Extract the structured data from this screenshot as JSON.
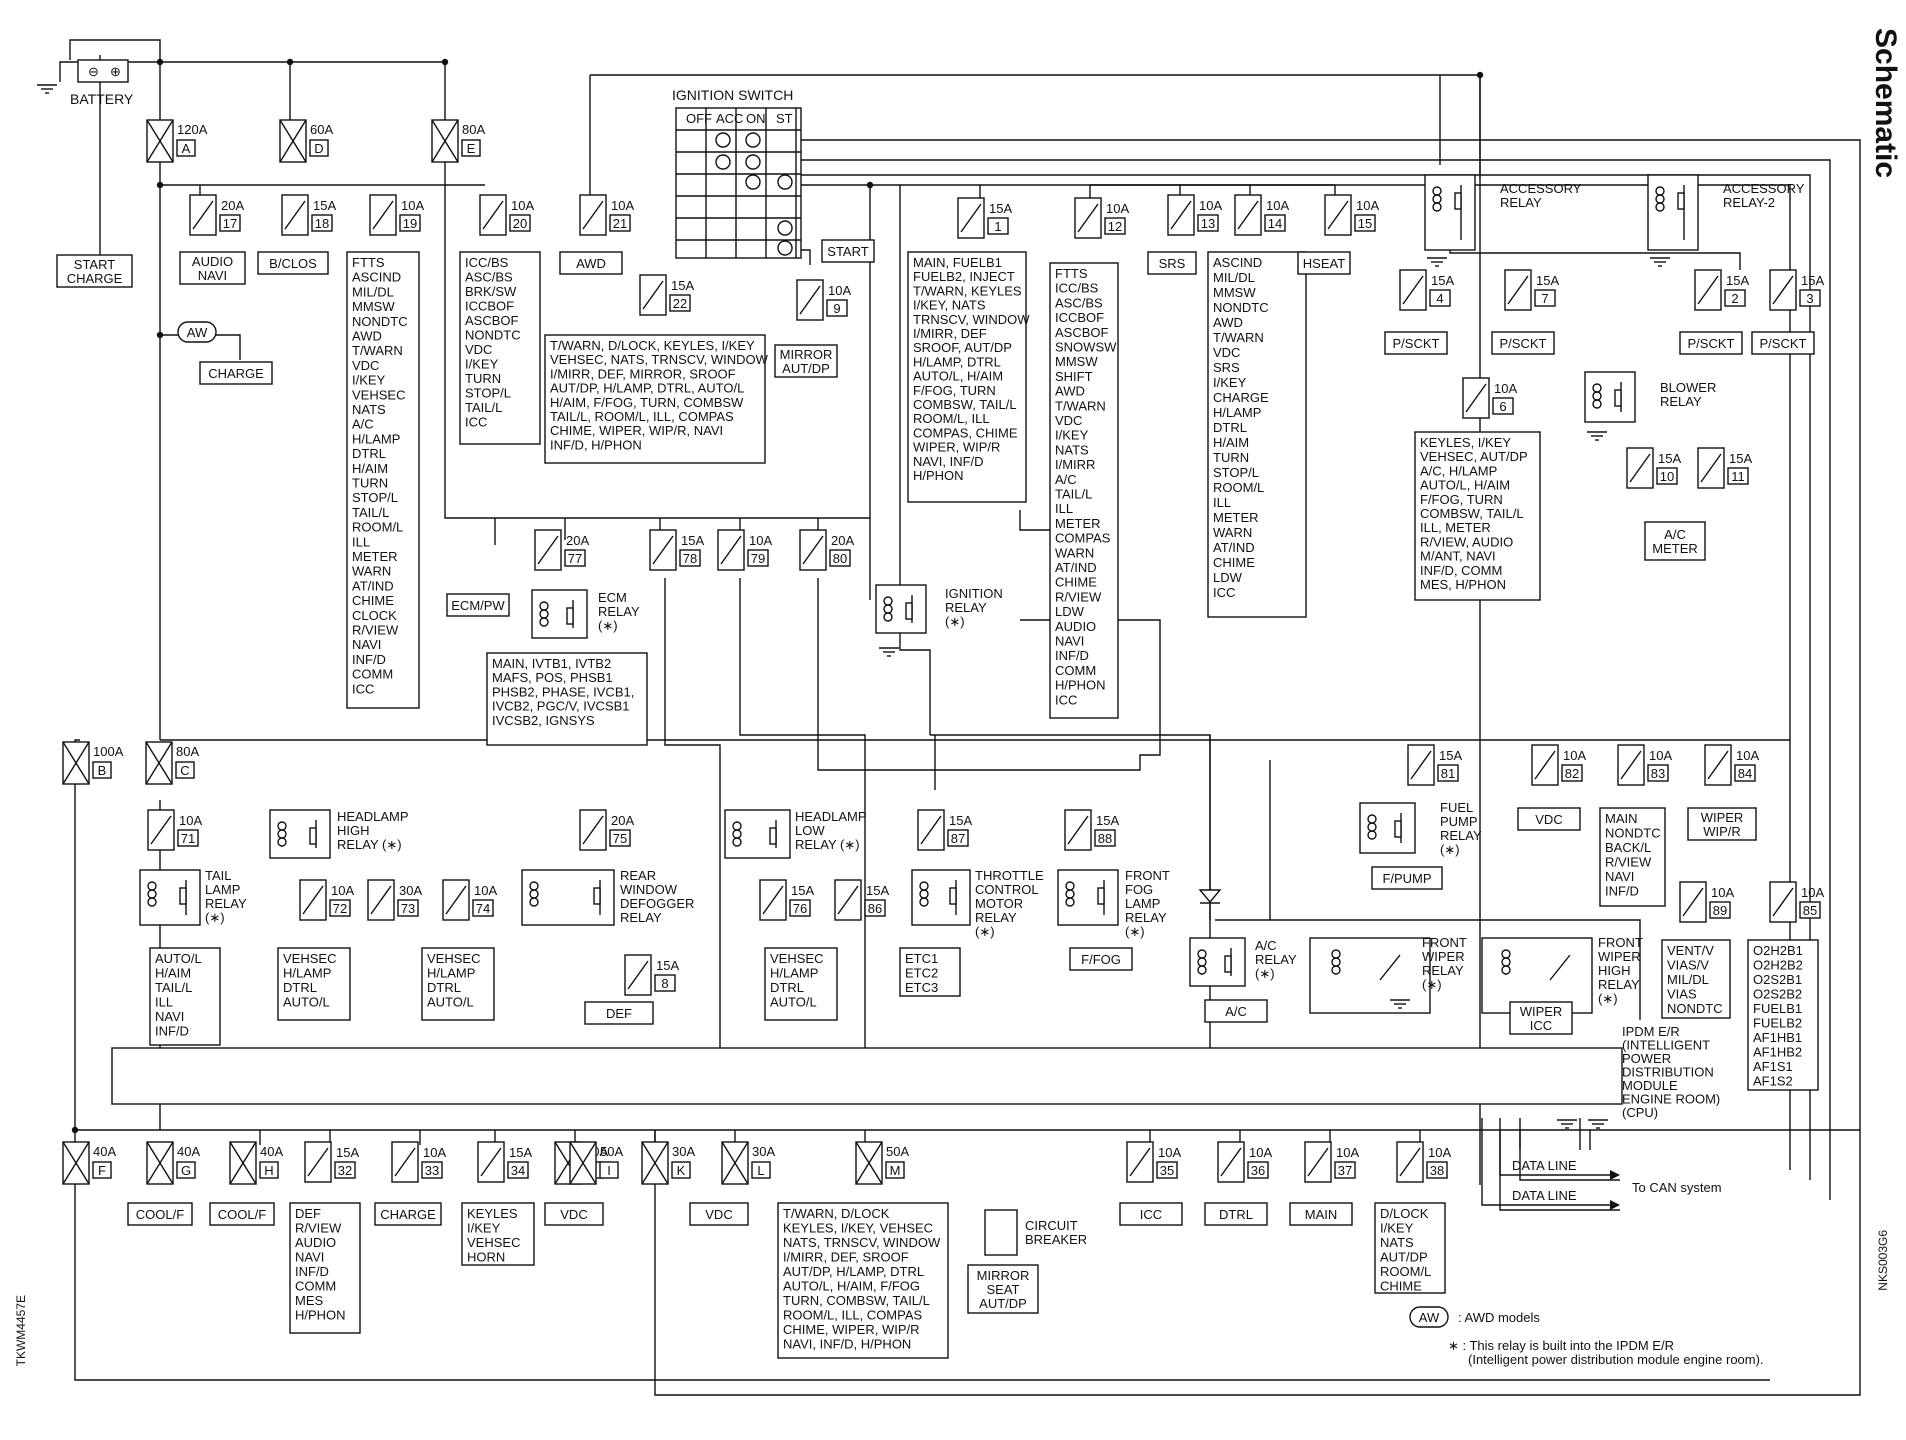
{
  "title": "Schematic",
  "doc_code": "TKWM4457E",
  "doc_code2": "NKS003G6",
  "battery_label": "BATTERY",
  "ignition_switch": {
    "label": "IGNITION SWITCH",
    "positions": [
      "OFF",
      "ACC",
      "ON",
      "ST"
    ],
    "start_label": "START"
  },
  "fusible_links": [
    {
      "rating": "120A",
      "id": "A"
    },
    {
      "rating": "60A",
      "id": "D"
    },
    {
      "rating": "80A",
      "id": "E"
    },
    {
      "rating": "100A",
      "id": "B"
    },
    {
      "rating": "80A",
      "id": "C"
    },
    {
      "rating": "40A",
      "id": "F"
    },
    {
      "rating": "40A",
      "id": "G"
    },
    {
      "rating": "40A",
      "id": "H"
    },
    {
      "rating": "50A",
      "id": "I"
    },
    {
      "rating": "30A",
      "id": "K"
    },
    {
      "rating": "30A",
      "id": "L"
    },
    {
      "rating": "50A",
      "id": "M"
    }
  ],
  "fuses": [
    {
      "rating": "20A",
      "num": "17"
    },
    {
      "rating": "15A",
      "num": "18"
    },
    {
      "rating": "10A",
      "num": "19"
    },
    {
      "rating": "10A",
      "num": "20"
    },
    {
      "rating": "10A",
      "num": "21"
    },
    {
      "rating": "15A",
      "num": "22"
    },
    {
      "rating": "10A",
      "num": "9"
    },
    {
      "rating": "15A",
      "num": "1"
    },
    {
      "rating": "10A",
      "num": "12"
    },
    {
      "rating": "10A",
      "num": "13"
    },
    {
      "rating": "10A",
      "num": "14"
    },
    {
      "rating": "10A",
      "num": "15"
    },
    {
      "rating": "15A",
      "num": "4"
    },
    {
      "rating": "15A",
      "num": "7"
    },
    {
      "rating": "10A",
      "num": "6"
    },
    {
      "rating": "15A",
      "num": "2"
    },
    {
      "rating": "15A",
      "num": "3"
    },
    {
      "rating": "15A",
      "num": "10"
    },
    {
      "rating": "15A",
      "num": "11"
    },
    {
      "rating": "20A",
      "num": "77"
    },
    {
      "rating": "15A",
      "num": "78"
    },
    {
      "rating": "10A",
      "num": "79"
    },
    {
      "rating": "20A",
      "num": "80"
    },
    {
      "rating": "10A",
      "num": "71"
    },
    {
      "rating": "10A",
      "num": "72"
    },
    {
      "rating": "30A",
      "num": "73"
    },
    {
      "rating": "10A",
      "num": "74"
    },
    {
      "rating": "20A",
      "num": "75"
    },
    {
      "rating": "15A",
      "num": "8"
    },
    {
      "rating": "15A",
      "num": "76"
    },
    {
      "rating": "15A",
      "num": "86"
    },
    {
      "rating": "15A",
      "num": "87"
    },
    {
      "rating": "15A",
      "num": "88"
    },
    {
      "rating": "15A",
      "num": "81"
    },
    {
      "rating": "10A",
      "num": "82"
    },
    {
      "rating": "10A",
      "num": "83"
    },
    {
      "rating": "10A",
      "num": "84"
    },
    {
      "rating": "10A",
      "num": "89"
    },
    {
      "rating": "10A",
      "num": "85"
    },
    {
      "rating": "15A",
      "num": "32"
    },
    {
      "rating": "10A",
      "num": "33"
    },
    {
      "rating": "15A",
      "num": "34"
    },
    {
      "rating": "10A",
      "num": "35"
    },
    {
      "rating": "10A",
      "num": "36"
    },
    {
      "rating": "10A",
      "num": "37"
    },
    {
      "rating": "10A",
      "num": "38"
    }
  ],
  "relays": {
    "accessory": [
      "ACCESSORY",
      "RELAY"
    ],
    "accessory2": [
      "ACCESSORY",
      "RELAY-2"
    ],
    "blower": [
      "BLOWER",
      "RELAY"
    ],
    "ecm": [
      "ECM",
      "RELAY",
      "(∗)"
    ],
    "ignition": [
      "IGNITION",
      "RELAY",
      "(∗)"
    ],
    "tail_lamp": [
      "TAIL",
      "LAMP",
      "RELAY",
      "(∗)"
    ],
    "headlamp_high": [
      "HEADLAMP",
      "HIGH",
      "RELAY (∗)"
    ],
    "rear_defogger": [
      "REAR",
      "WINDOW",
      "DEFOGGER",
      "RELAY"
    ],
    "headlamp_low": [
      "HEADLAMP",
      "LOW",
      "RELAY (∗)"
    ],
    "throttle": [
      "THROTTLE",
      "CONTROL",
      "MOTOR",
      "RELAY",
      "(∗)"
    ],
    "front_fog": [
      "FRONT",
      "FOG",
      "LAMP",
      "RELAY",
      "(∗)"
    ],
    "fuel_pump": [
      "FUEL",
      "PUMP",
      "RELAY",
      "(∗)"
    ],
    "ac": [
      "A/C",
      "RELAY",
      "(∗)"
    ],
    "front_wiper": [
      "FRONT",
      "WIPER",
      "RELAY",
      "(∗)"
    ],
    "front_wiper_high": [
      "FRONT",
      "WIPER",
      "HIGH",
      "RELAY",
      "(∗)"
    ]
  },
  "labels": {
    "start_charge": [
      "START",
      "CHARGE"
    ],
    "audio_navi": [
      "AUDIO",
      "NAVI"
    ],
    "bclos": "B/CLOS",
    "awd": "AWD",
    "aw": "AW",
    "charge": "CHARGE",
    "mirror_autdp": [
      "MIRROR",
      "AUT/DP"
    ],
    "srs": "SRS",
    "hseat": "HSEAT",
    "psckt": "P/SCKT",
    "ac_meter": [
      "A/C",
      "METER"
    ],
    "ecm_pw": "ECM/PW",
    "def": "DEF",
    "ffog": "F/FOG",
    "fpump": "F/PUMP",
    "ac": "A/C",
    "wiper_icc": [
      "WIPER",
      "ICC"
    ],
    "vdc": "VDC",
    "wiper_wipr": [
      "WIPER",
      "WIP/R"
    ],
    "coolf": "COOL/F",
    "icc": "ICC",
    "dtrl": "DTRL",
    "main": "MAIN",
    "circuit_breaker": [
      "CIRCUIT",
      "BREAKER"
    ],
    "mirror_seat": [
      "MIRROR",
      "SEAT",
      "AUT/DP"
    ],
    "ipdm": [
      "IPDM E/R",
      "(INTELLIGENT",
      "POWER",
      "DISTRIBUTION",
      "MODULE",
      "ENGINE ROOM)",
      "(CPU)"
    ],
    "data_line": "DATA LINE",
    "can": "To CAN system",
    "legend_aw": ": AWD models",
    "legend_star": [
      "∗ : This relay is built into the IPDM E/R",
      "(Intelligent power distribution module engine room)."
    ]
  },
  "lists": {
    "f19": [
      "FTTS",
      "ASCIND",
      "MIL/DL",
      "MMSW",
      "NONDTC",
      "AWD",
      "T/WARN",
      "VDC",
      "I/KEY",
      "VEHSEC",
      "NATS",
      "A/C",
      "H/LAMP",
      "DTRL",
      "H/AIM",
      "TURN",
      "STOP/L",
      "TAIL/L",
      "ROOM/L",
      "ILL",
      "METER",
      "WARN",
      "AT/IND",
      "CHIME",
      "CLOCK",
      "R/VIEW",
      "NAVI",
      "INF/D",
      "COMM",
      "ICC"
    ],
    "f20": [
      "ICC/BS",
      "ASC/BS",
      "BRK/SW",
      "ICCBOF",
      "ASCBOF",
      "NONDTC",
      "VDC",
      "I/KEY",
      "TURN",
      "STOP/L",
      "TAIL/L",
      "ICC"
    ],
    "f22": [
      "T/WARN, D/LOCK, KEYLES, I/KEY",
      "VEHSEC, NATS, TRNSCV, WINDOW",
      "I/MIRR, DEF, MIRROR, SROOF",
      "AUT/DP, H/LAMP, DTRL, AUTO/L",
      "H/AIM, F/FOG, TURN, COMBSW",
      "TAIL/L, ROOM/L, ILL, COMPAS",
      "CHIME, WIPER, WIP/R, NAVI",
      "INF/D, H/PHON"
    ],
    "f1": [
      "MAIN, FUELB1",
      "FUELB2, INJECT",
      "T/WARN, KEYLES",
      "I/KEY, NATS",
      "TRNSCV, WINDOW",
      "I/MIRR, DEF",
      "SROOF, AUT/DP",
      "H/LAMP, DTRL",
      "AUTO/L, H/AIM",
      "F/FOG, TURN",
      "COMBSW, TAIL/L",
      "ROOM/L, ILL",
      "COMPAS, CHIME",
      "WIPER, WIP/R",
      "NAVI, INF/D",
      "H/PHON"
    ],
    "f12": [
      "FTTS",
      "ICC/BS",
      "ASC/BS",
      "ICCBOF",
      "ASCBOF",
      "SNOWSW",
      "MMSW",
      "SHIFT",
      "AWD",
      "T/WARN",
      "VDC",
      "I/KEY",
      "NATS",
      "I/MIRR",
      "A/C",
      "TAIL/L",
      "ILL",
      "METER",
      "COMPAS",
      "WARN",
      "AT/IND",
      "CHIME",
      "R/VIEW",
      "LDW",
      "AUDIO",
      "NAVI",
      "INF/D",
      "COMM",
      "H/PHON",
      "ICC"
    ],
    "f14": [
      "ASCIND",
      "MIL/DL",
      "MMSW",
      "NONDTC",
      "AWD",
      "T/WARN",
      "VDC",
      "SRS",
      "I/KEY",
      "CHARGE",
      "H/LAMP",
      "DTRL",
      "H/AIM",
      "TURN",
      "STOP/L",
      "ROOM/L",
      "ILL",
      "METER",
      "WARN",
      "AT/IND",
      "CHIME",
      "LDW",
      "ICC"
    ],
    "f6": [
      "KEYLES, I/KEY",
      "VEHSEC, AUT/DP",
      "A/C, H/LAMP",
      "AUTO/L, H/AIM",
      "F/FOG, TURN",
      "COMBSW, TAIL/L",
      "ILL, METER",
      "R/VIEW, AUDIO",
      "M/ANT, NAVI",
      "INF/D, COMM",
      "MES, H/PHON"
    ],
    "ecm": [
      "MAIN, IVTB1, IVTB2",
      "MAFS, POS, PHSB1",
      "PHSB2, PHASE, IVCB1,",
      "IVCB2, PGC/V, IVCSB1",
      "IVCSB2, IGNSYS"
    ],
    "f71": [
      "AUTO/L",
      "H/AIM",
      "TAIL/L",
      "ILL",
      "NAVI",
      "INF/D"
    ],
    "f72": [
      "VEHSEC",
      "H/LAMP",
      "DTRL",
      "AUTO/L"
    ],
    "f74": [
      "VEHSEC",
      "H/LAMP",
      "DTRL",
      "AUTO/L"
    ],
    "f76": [
      "VEHSEC",
      "H/LAMP",
      "DTRL",
      "AUTO/L"
    ],
    "f87": [
      "ETC1",
      "ETC2",
      "ETC3"
    ],
    "f83": [
      "MAIN",
      "NONDTC",
      "BACK/L",
      "R/VIEW",
      "NAVI",
      "INF/D"
    ],
    "f89": [
      "VENT/V",
      "VIAS/V",
      "MIL/DL",
      "VIAS",
      "NONDTC"
    ],
    "f85": [
      "O2H2B1",
      "O2H2B2",
      "O2S2B1",
      "O2S2B2",
      "FUELB1",
      "FUELB2",
      "AF1HB1",
      "AF1HB2",
      "AF1S1",
      "AF1S2"
    ],
    "f32": [
      "DEF",
      "R/VIEW",
      "AUDIO",
      "NAVI",
      "INF/D",
      "COMM",
      "MES",
      "H/PHON"
    ],
    "f34": [
      "KEYLES",
      "I/KEY",
      "VEHSEC",
      "HORN"
    ],
    "m": [
      "T/WARN, D/LOCK",
      "KEYLES, I/KEY, VEHSEC",
      "NATS, TRNSCV, WINDOW",
      "I/MIRR, DEF, SROOF",
      "AUT/DP, H/LAMP, DTRL",
      "AUTO/L, H/AIM, F/FOG",
      "TURN, COMBSW, TAIL/L",
      "ROOM/L, ILL, COMPAS",
      "CHIME, WIPER, WIP/R",
      "NAVI, INF/D, H/PHON"
    ],
    "f38": [
      "D/LOCK",
      "I/KEY",
      "NATS",
      "AUT/DP",
      "ROOM/L",
      "CHIME"
    ]
  }
}
